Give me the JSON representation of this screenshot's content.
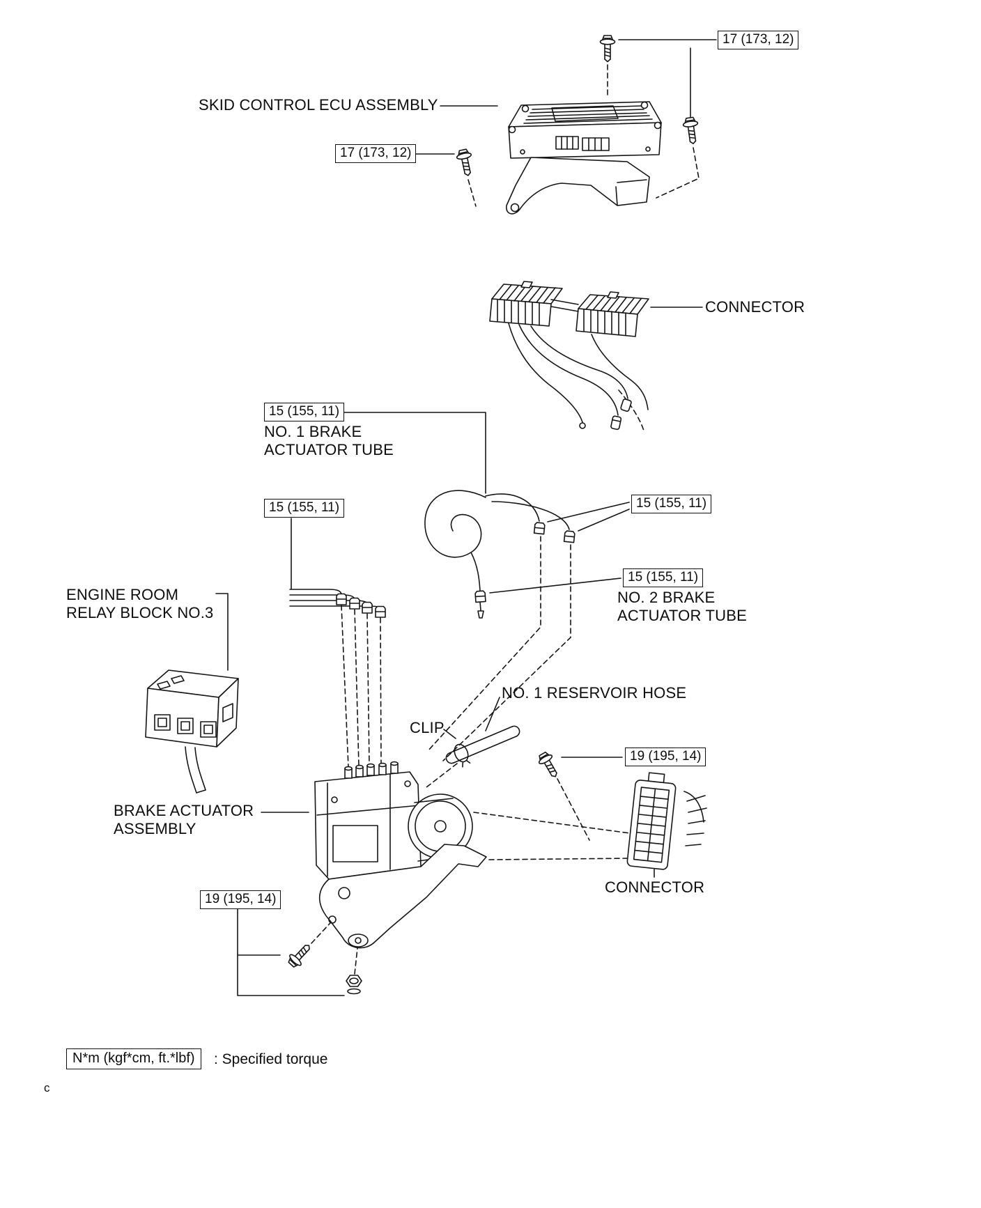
{
  "diagram": {
    "title_labels": {
      "skid_control_ecu": "SKID CONTROL ECU ASSEMBLY",
      "connector_upper": "CONNECTOR",
      "no1_brake_tube": {
        "line1": "NO. 1 BRAKE",
        "line2": "ACTUATOR TUBE"
      },
      "no2_brake_tube": {
        "line1": "NO. 2 BRAKE",
        "line2": "ACTUATOR TUBE"
      },
      "engine_room_relay": {
        "line1": "ENGINE ROOM",
        "line2": "RELAY BLOCK NO.3"
      },
      "no1_reservoir_hose": "NO. 1 RESERVOIR HOSE",
      "clip": "CLIP",
      "brake_actuator": {
        "line1": "BRAKE ACTUATOR",
        "line2": "ASSEMBLY"
      },
      "connector_lower": "CONNECTOR"
    },
    "torque_values": {
      "t17": "17 (173, 12)",
      "t15": "15 (155, 11)",
      "t19": "19 (195, 14)"
    },
    "legend": {
      "unit_box": "N*m (kgf*cm, ft.*lbf)",
      "description": ": Specified torque"
    },
    "page_mark": "c"
  }
}
